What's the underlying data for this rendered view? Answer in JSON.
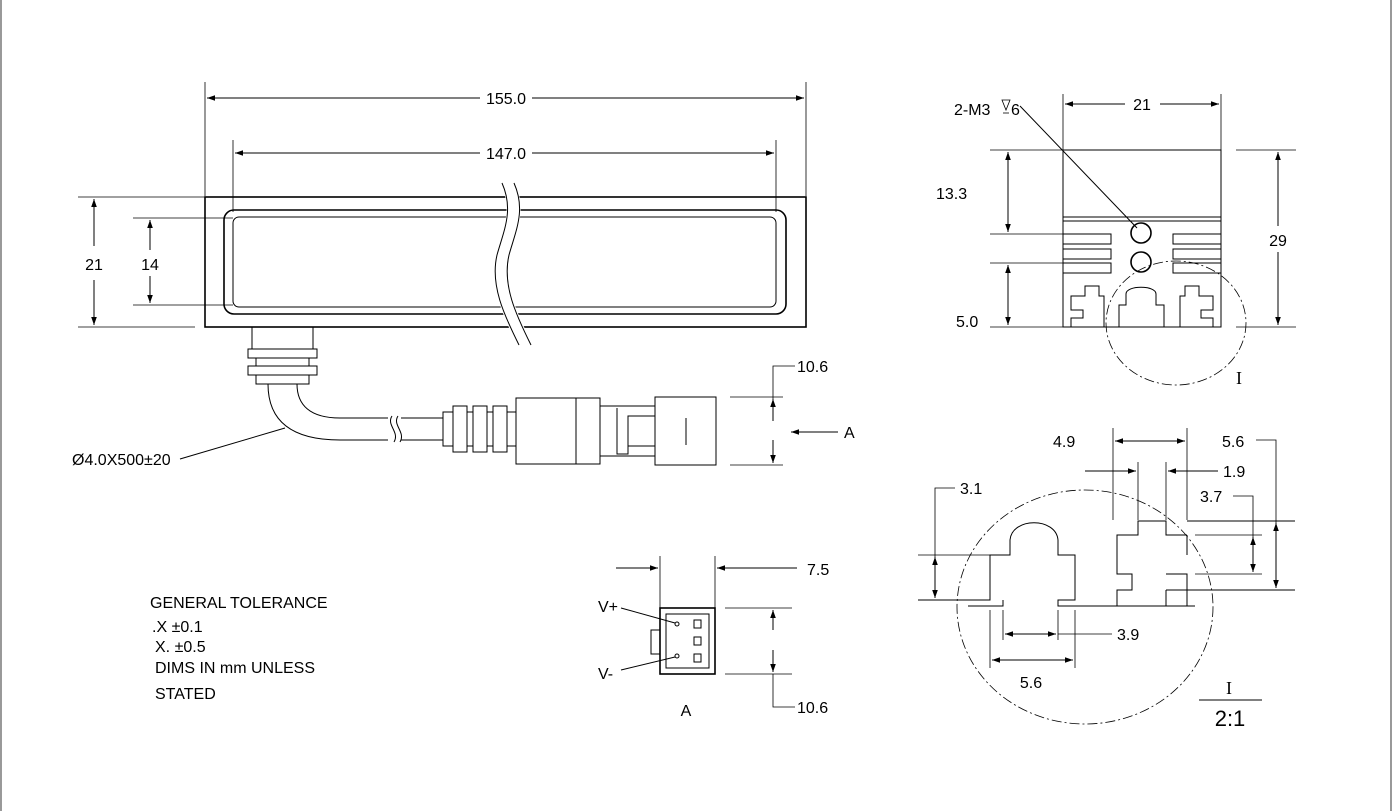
{
  "dimensions": {
    "overall_length": "155.0",
    "inner_length": "147.0",
    "height_outer": "21",
    "height_inner": "14",
    "cable_spec": "Ø4.0X500±20",
    "connector_height": "10.6",
    "view_arrow_label": "A",
    "thread_spec": "2-M3",
    "thread_depth": "6",
    "profile_width": "21",
    "profile_height": "29",
    "profile_upper": "13.3",
    "profile_lower": "5.0",
    "detail_marker": "I",
    "detail_4_9": "4.9",
    "detail_5_6_right": "5.6",
    "detail_1_9": "1.9",
    "detail_3_7": "3.7",
    "detail_3_1": "3.1",
    "detail_3_9": "3.9",
    "detail_5_6_bottom": "5.6",
    "detail_scale": "2:1",
    "view_a_width": "7.5",
    "view_a_height": "10.6",
    "view_a_vplus": "V+",
    "view_a_vminus": "V-",
    "view_a_label": "A"
  },
  "notes": {
    "line1": "GENERAL TOLERANCE",
    "line2": ".X ±0.1",
    "line3": "X. ±0.5",
    "line4": "DIMS IN mm UNLESS",
    "line5": "STATED"
  }
}
